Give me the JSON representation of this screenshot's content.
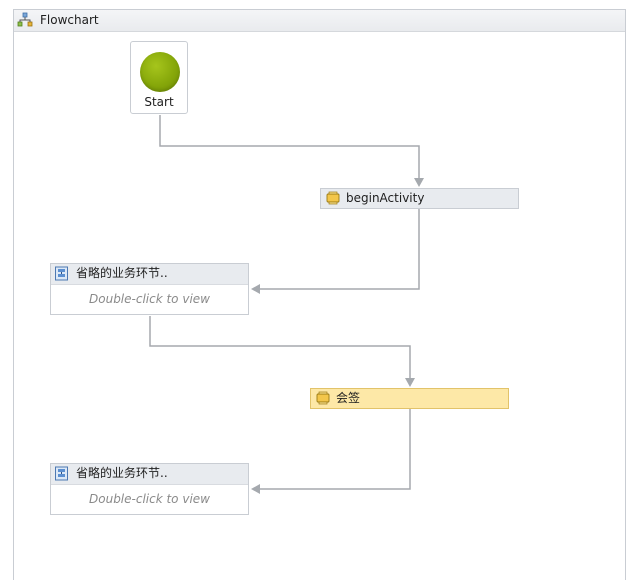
{
  "flowchart": {
    "title": "Flowchart",
    "icon": "flowchart-icon"
  },
  "start": {
    "label": "Start",
    "color": "#86a70a"
  },
  "activities": [
    {
      "label": "beginActivity",
      "icon": "activity-icon",
      "selected": false
    },
    {
      "label": "会签",
      "icon": "activity-icon",
      "selected": true
    }
  ],
  "containers": [
    {
      "title": "省略的业务环节..",
      "hint": "Double-click to view",
      "icon": "sequence-icon"
    },
    {
      "title": "省略的业务环节..",
      "hint": "Double-click to view",
      "icon": "sequence-icon"
    }
  ],
  "colors": {
    "connector": "#a5a9ae",
    "selected_bg": "#fde8a7",
    "activity_bg": "#e8ebef",
    "border": "#c9cdd3"
  }
}
